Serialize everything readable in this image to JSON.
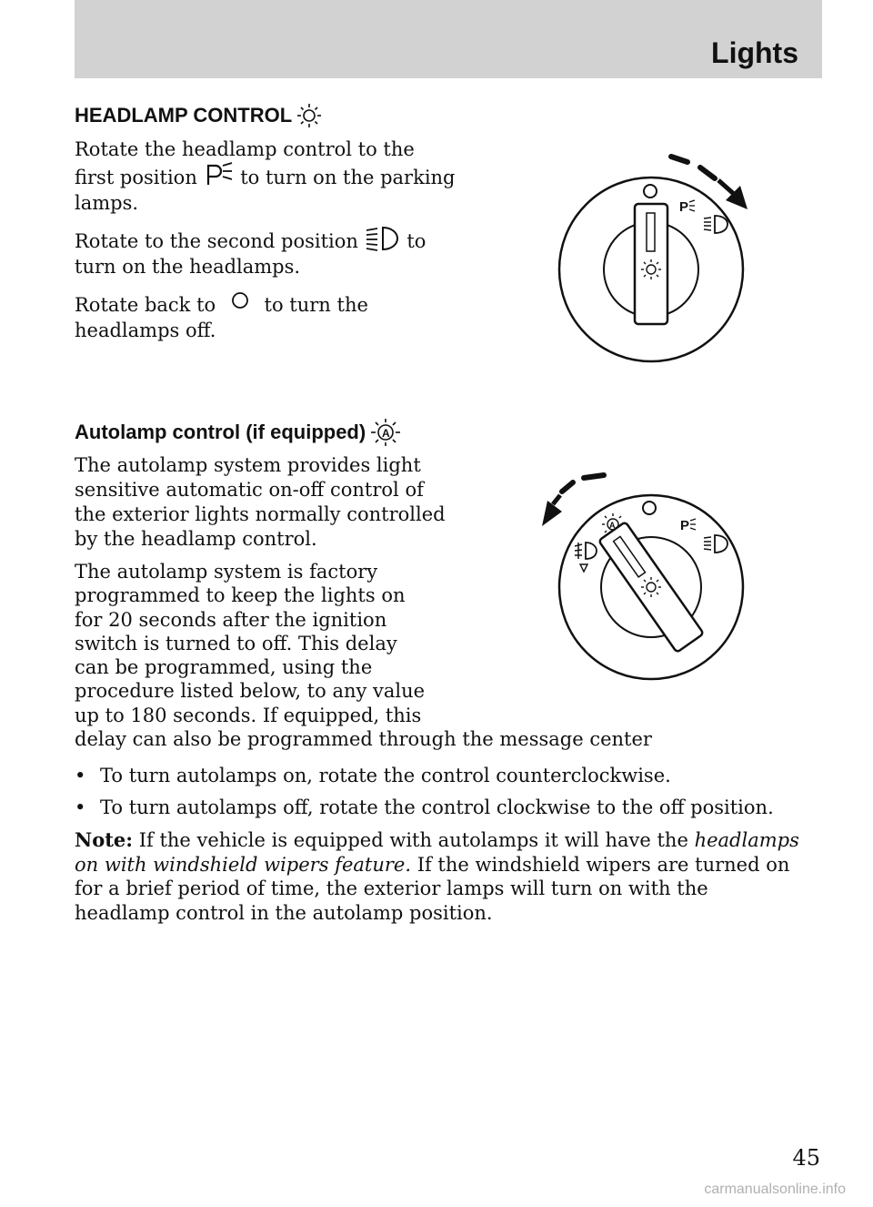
{
  "header": {
    "section_title": "Lights"
  },
  "headlamp_section": {
    "heading": "HEADLAMP CONTROL",
    "p1_a": "Rotate the headlamp control to the first position",
    "p1_b": "to turn on the parking lamps.",
    "p2_a": "Rotate to the second position",
    "p2_b": "to turn on the headlamps.",
    "p3_a": "Rotate back to",
    "p3_b": "to turn the headlamps off.",
    "icons": [
      "headlamp-sun-icon",
      "parking-lamp-icon",
      "headlamp-beam-icon",
      "off-circle-icon"
    ]
  },
  "autolamp_section": {
    "heading": "Autolamp control (if equipped)",
    "p1": "The autolamp system provides light sensitive automatic on-off control of the exterior lights normally controlled by the headlamp control.",
    "p2_lines": [
      "The autolamp system is factory",
      "programmed to keep the lights on",
      "for 20 seconds after the ignition",
      "switch is turned to off. This delay",
      "can be programmed, using the",
      "procedure listed below, to any value",
      "up to 180 seconds. If equipped, this",
      "delay can also be programmed through the message center"
    ],
    "bullets": [
      "To turn autolamps on, rotate the control counterclockwise.",
      "To turn autolamps off, rotate the control clockwise to the off position."
    ],
    "note_label": "Note:",
    "note_a": "If the vehicle is equipped with autolamps it will have the",
    "note_italic": "headlamps on with windshield wipers feature.",
    "note_b": "If the windshield wipers are turned on for a brief period of time, the exterior lamps will turn on with the headlamp control in the autolamp position.",
    "icons": [
      "autolamp-icon"
    ]
  },
  "diagram_labels": {
    "parking": "P",
    "auto": "A"
  },
  "footer": {
    "page_number": "45",
    "watermark": "carmanualsonline.info"
  }
}
